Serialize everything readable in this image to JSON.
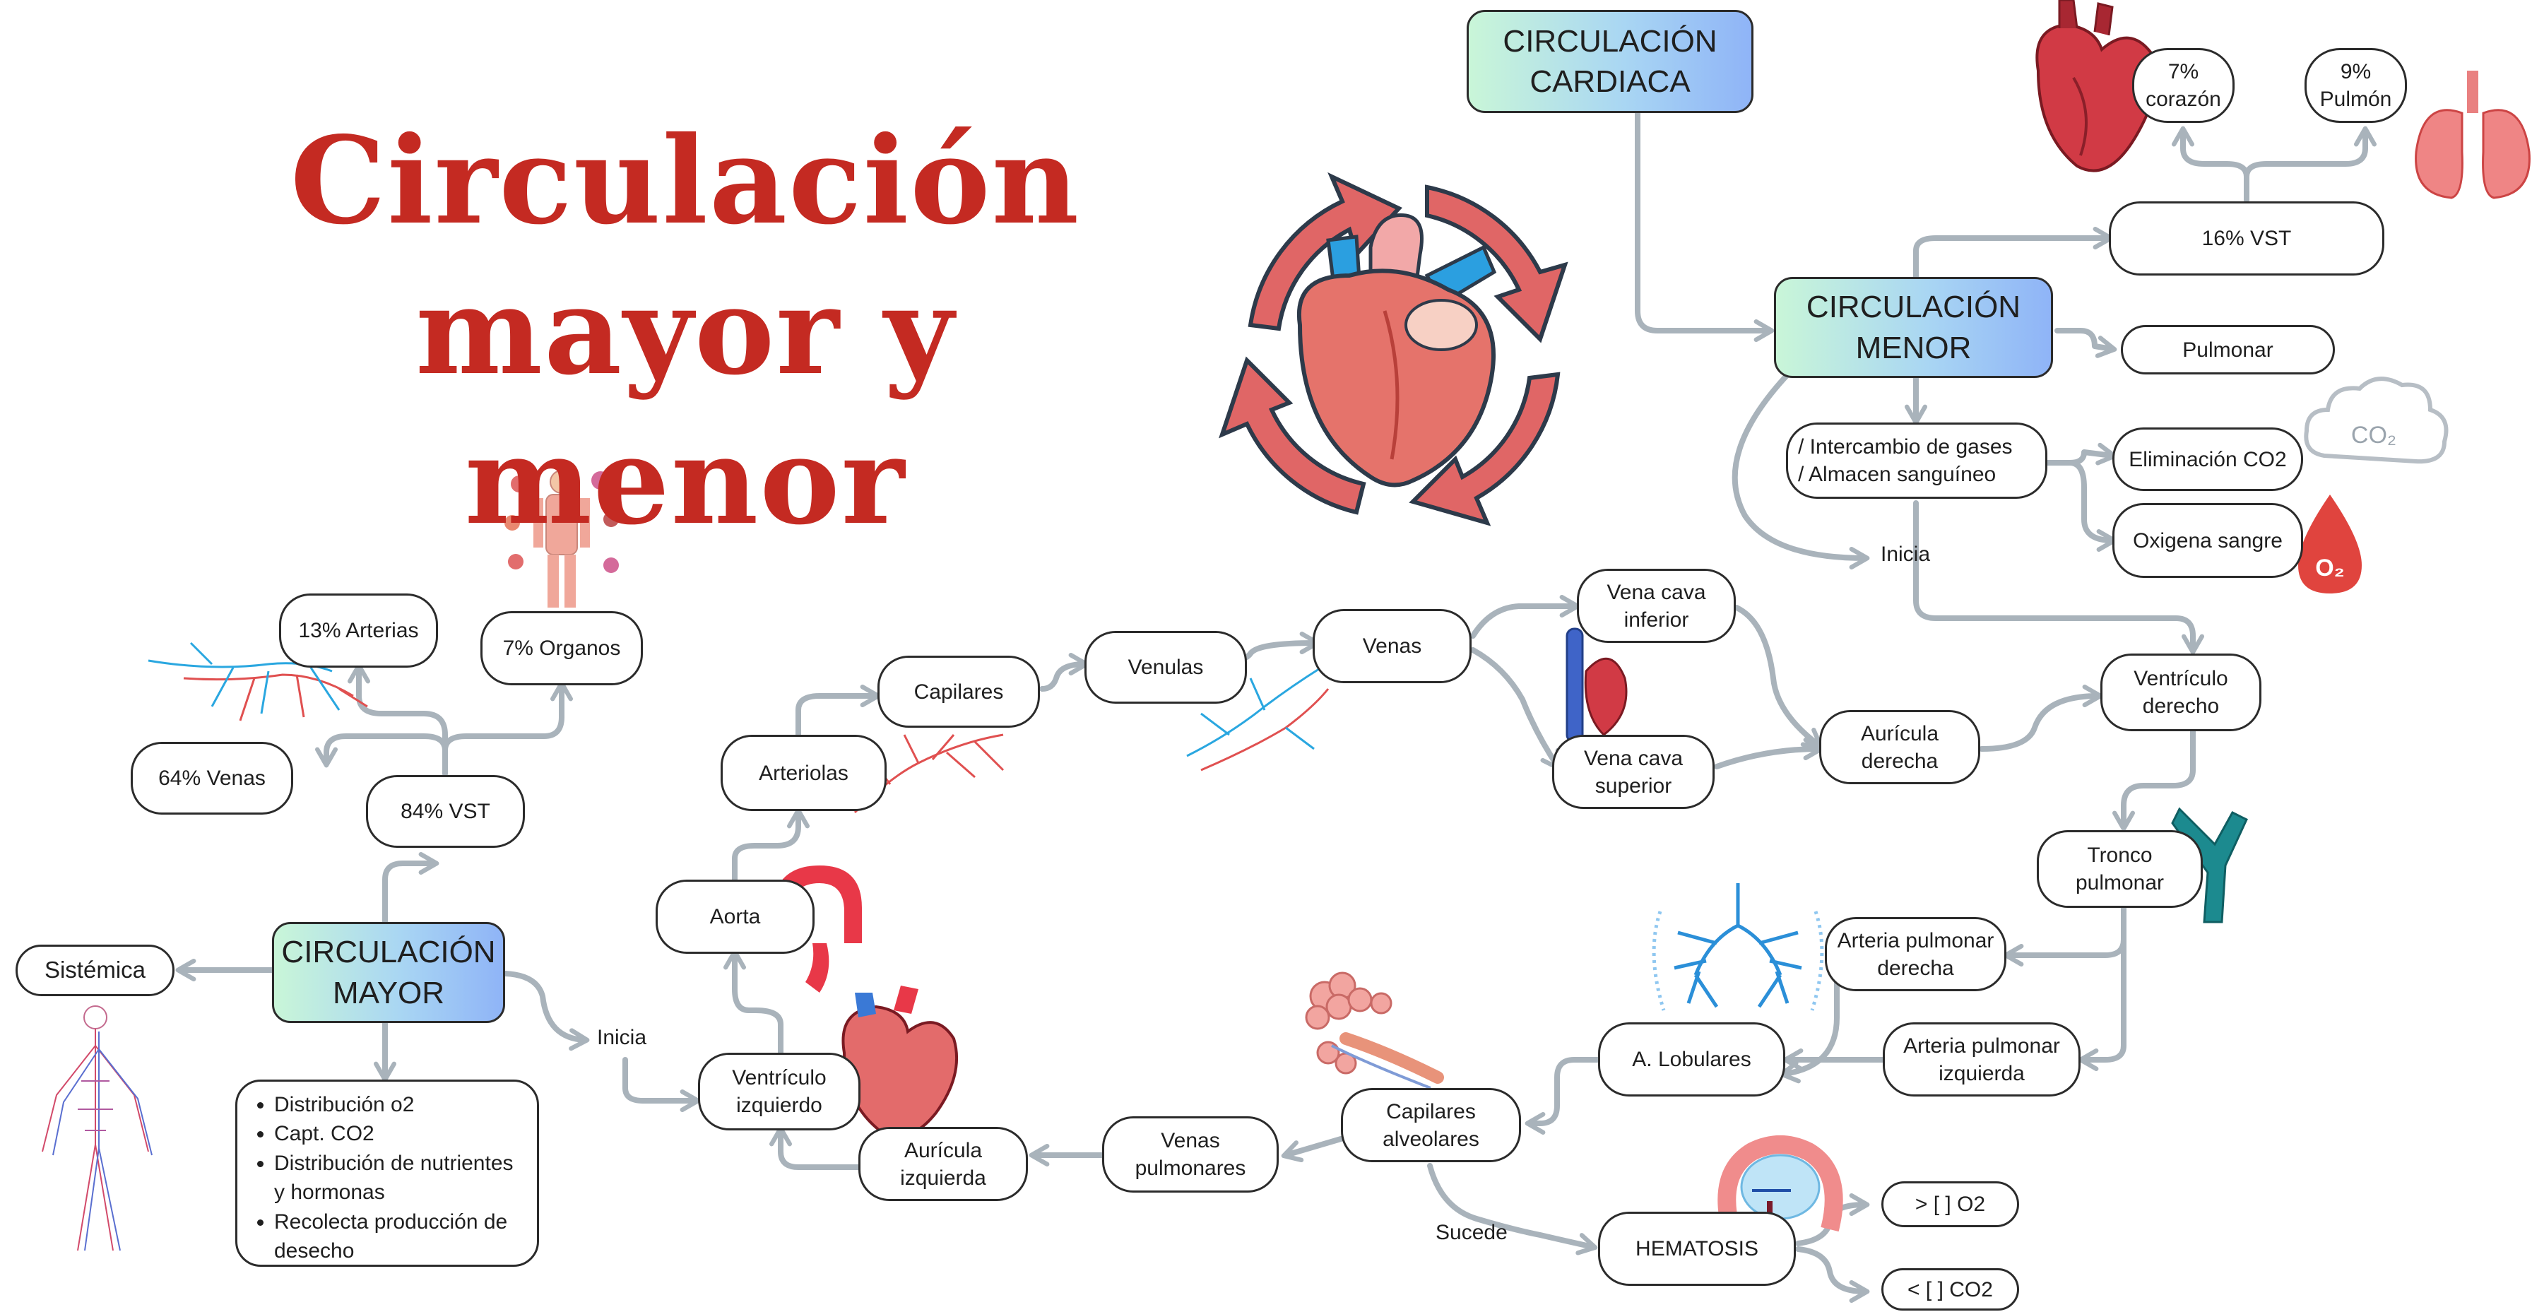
{
  "title": {
    "line1": "Circulación",
    "line2": "mayor y menor"
  },
  "nodes": {
    "circ_cardiaca": {
      "line1": "CIRCULACIÓN",
      "line2": "CARDIACA"
    },
    "circ_menor": {
      "line1": "CIRCULACIÓN",
      "line2": "MENOR"
    },
    "circ_mayor": {
      "line1": "CIRCULACIÓN",
      "line2": "MAYOR"
    },
    "menor_pct": "7%",
    "menor_pct_label": "corazón",
    "pulmon_pct": "9%",
    "pulmon_pct_label": "Pulmón",
    "vst16": "16% VST",
    "pulmonar": "Pulmonar",
    "funcion_line1": "/ Intercambio de gases",
    "funcion_line2": "/ Almacen sanguíneo",
    "eliminacion": "Eliminación CO2",
    "oxigena": "Oxigena sangre",
    "inicia_menor": "Inicia",
    "ventriculo_der_1": "Ventrículo",
    "ventriculo_der_2": "derecho",
    "tronco_1": "Tronco",
    "tronco_2": "pulmonar",
    "art_pul_der_1": "Arteria pulmonar",
    "art_pul_der_2": "derecha",
    "art_pul_izq_1": "Arteria pulmonar",
    "art_pul_izq_2": "izquierda",
    "lobulares": "A. Lobulares",
    "cap_alv_1": "Capilares",
    "cap_alv_2": "alveolares",
    "sucede": "Sucede",
    "hematosis": "HEMATOSIS",
    "mas_o2": "> [ ] O2",
    "menos_co2": "< [ ] CO2",
    "venas_pul_1": "Venas",
    "venas_pul_2": "pulmonares",
    "auricula_izq_1": "Aurícula",
    "auricula_izq_2": "izquierda",
    "ventriculo_izq_1": "Ventrículo",
    "ventriculo_izq_2": "izquierdo",
    "inicia_mayor": "Inicia",
    "aorta": "Aorta",
    "arteriolas": "Arteriolas",
    "capilares": "Capilares",
    "venulas": "Venulas",
    "venas": "Venas",
    "vci_1": "Vena cava",
    "vci_2": "inferior",
    "vcs_1": "Vena cava",
    "vcs_2": "superior",
    "auricula_der_1": "Aurícula",
    "auricula_der_2": "derecha",
    "sistemica": "Sistémica",
    "vst84": "84% VST",
    "venas64": "64% Venas",
    "arterias13": "13% Arterias",
    "organos7": "7% Organos",
    "mayor_list": [
      "Distribución o2",
      "Capt. CO2",
      "Distribución de nutrientes y hormonas",
      "Recolecta producción de desecho"
    ]
  },
  "illustrations": {
    "co2_cloud_text": "CO₂",
    "o2_drop_text": "O₂"
  },
  "colors": {
    "title": "#c42a22",
    "connector": "#a9b3bb",
    "header_gradient_start": "#c9f6d8",
    "header_gradient_end": "#8fb4f7",
    "heart_red": "#d94a4a",
    "vessel_blue": "#2aa7e0"
  },
  "icons": [
    "heart-cycle-icon",
    "heart-icon",
    "lungs-icon",
    "co2-cloud-icon",
    "o2-drop-icon",
    "body-organs-icon",
    "vein-network-icon",
    "aorta-icon",
    "trachea-icon",
    "bronchi-icon",
    "alveoli-icon",
    "vena-cava-icon",
    "circulatory-body-icon"
  ]
}
